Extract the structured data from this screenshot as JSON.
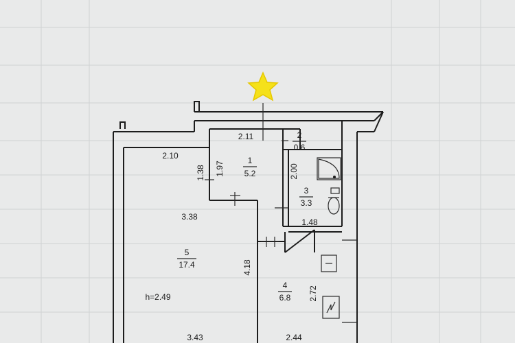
{
  "rooms": {
    "r1": {
      "number": "1",
      "area": "5.2"
    },
    "r2": {
      "number": "2",
      "area": "0.6"
    },
    "r3": {
      "number": "3",
      "area": "3.3"
    },
    "r4": {
      "number": "4",
      "area": "6.8"
    },
    "r5": {
      "number": "5",
      "area": "17.4"
    }
  },
  "dimensions": {
    "d_2_11": "2.11",
    "d_2_10": "2.10",
    "d_1_38": "1.38",
    "d_1_97": "1.97",
    "d_2_00": "2.00",
    "d_1_48": "1.48",
    "d_3_38": "3.38",
    "d_4_18": "4.18",
    "d_2_72": "2.72",
    "d_3_43": "3.43",
    "d_2_44": "2.44"
  },
  "ceiling_height": "h=2.49",
  "colors": {
    "paper": "#e9eaea",
    "ink": "#1c1c1c",
    "star": "#f5e11a"
  },
  "icons": {
    "marker": "star-icon",
    "bathtub": "bathtub-icon",
    "toilet": "toilet-icon",
    "sink": "sink-icon",
    "stove": "stove-icon"
  }
}
